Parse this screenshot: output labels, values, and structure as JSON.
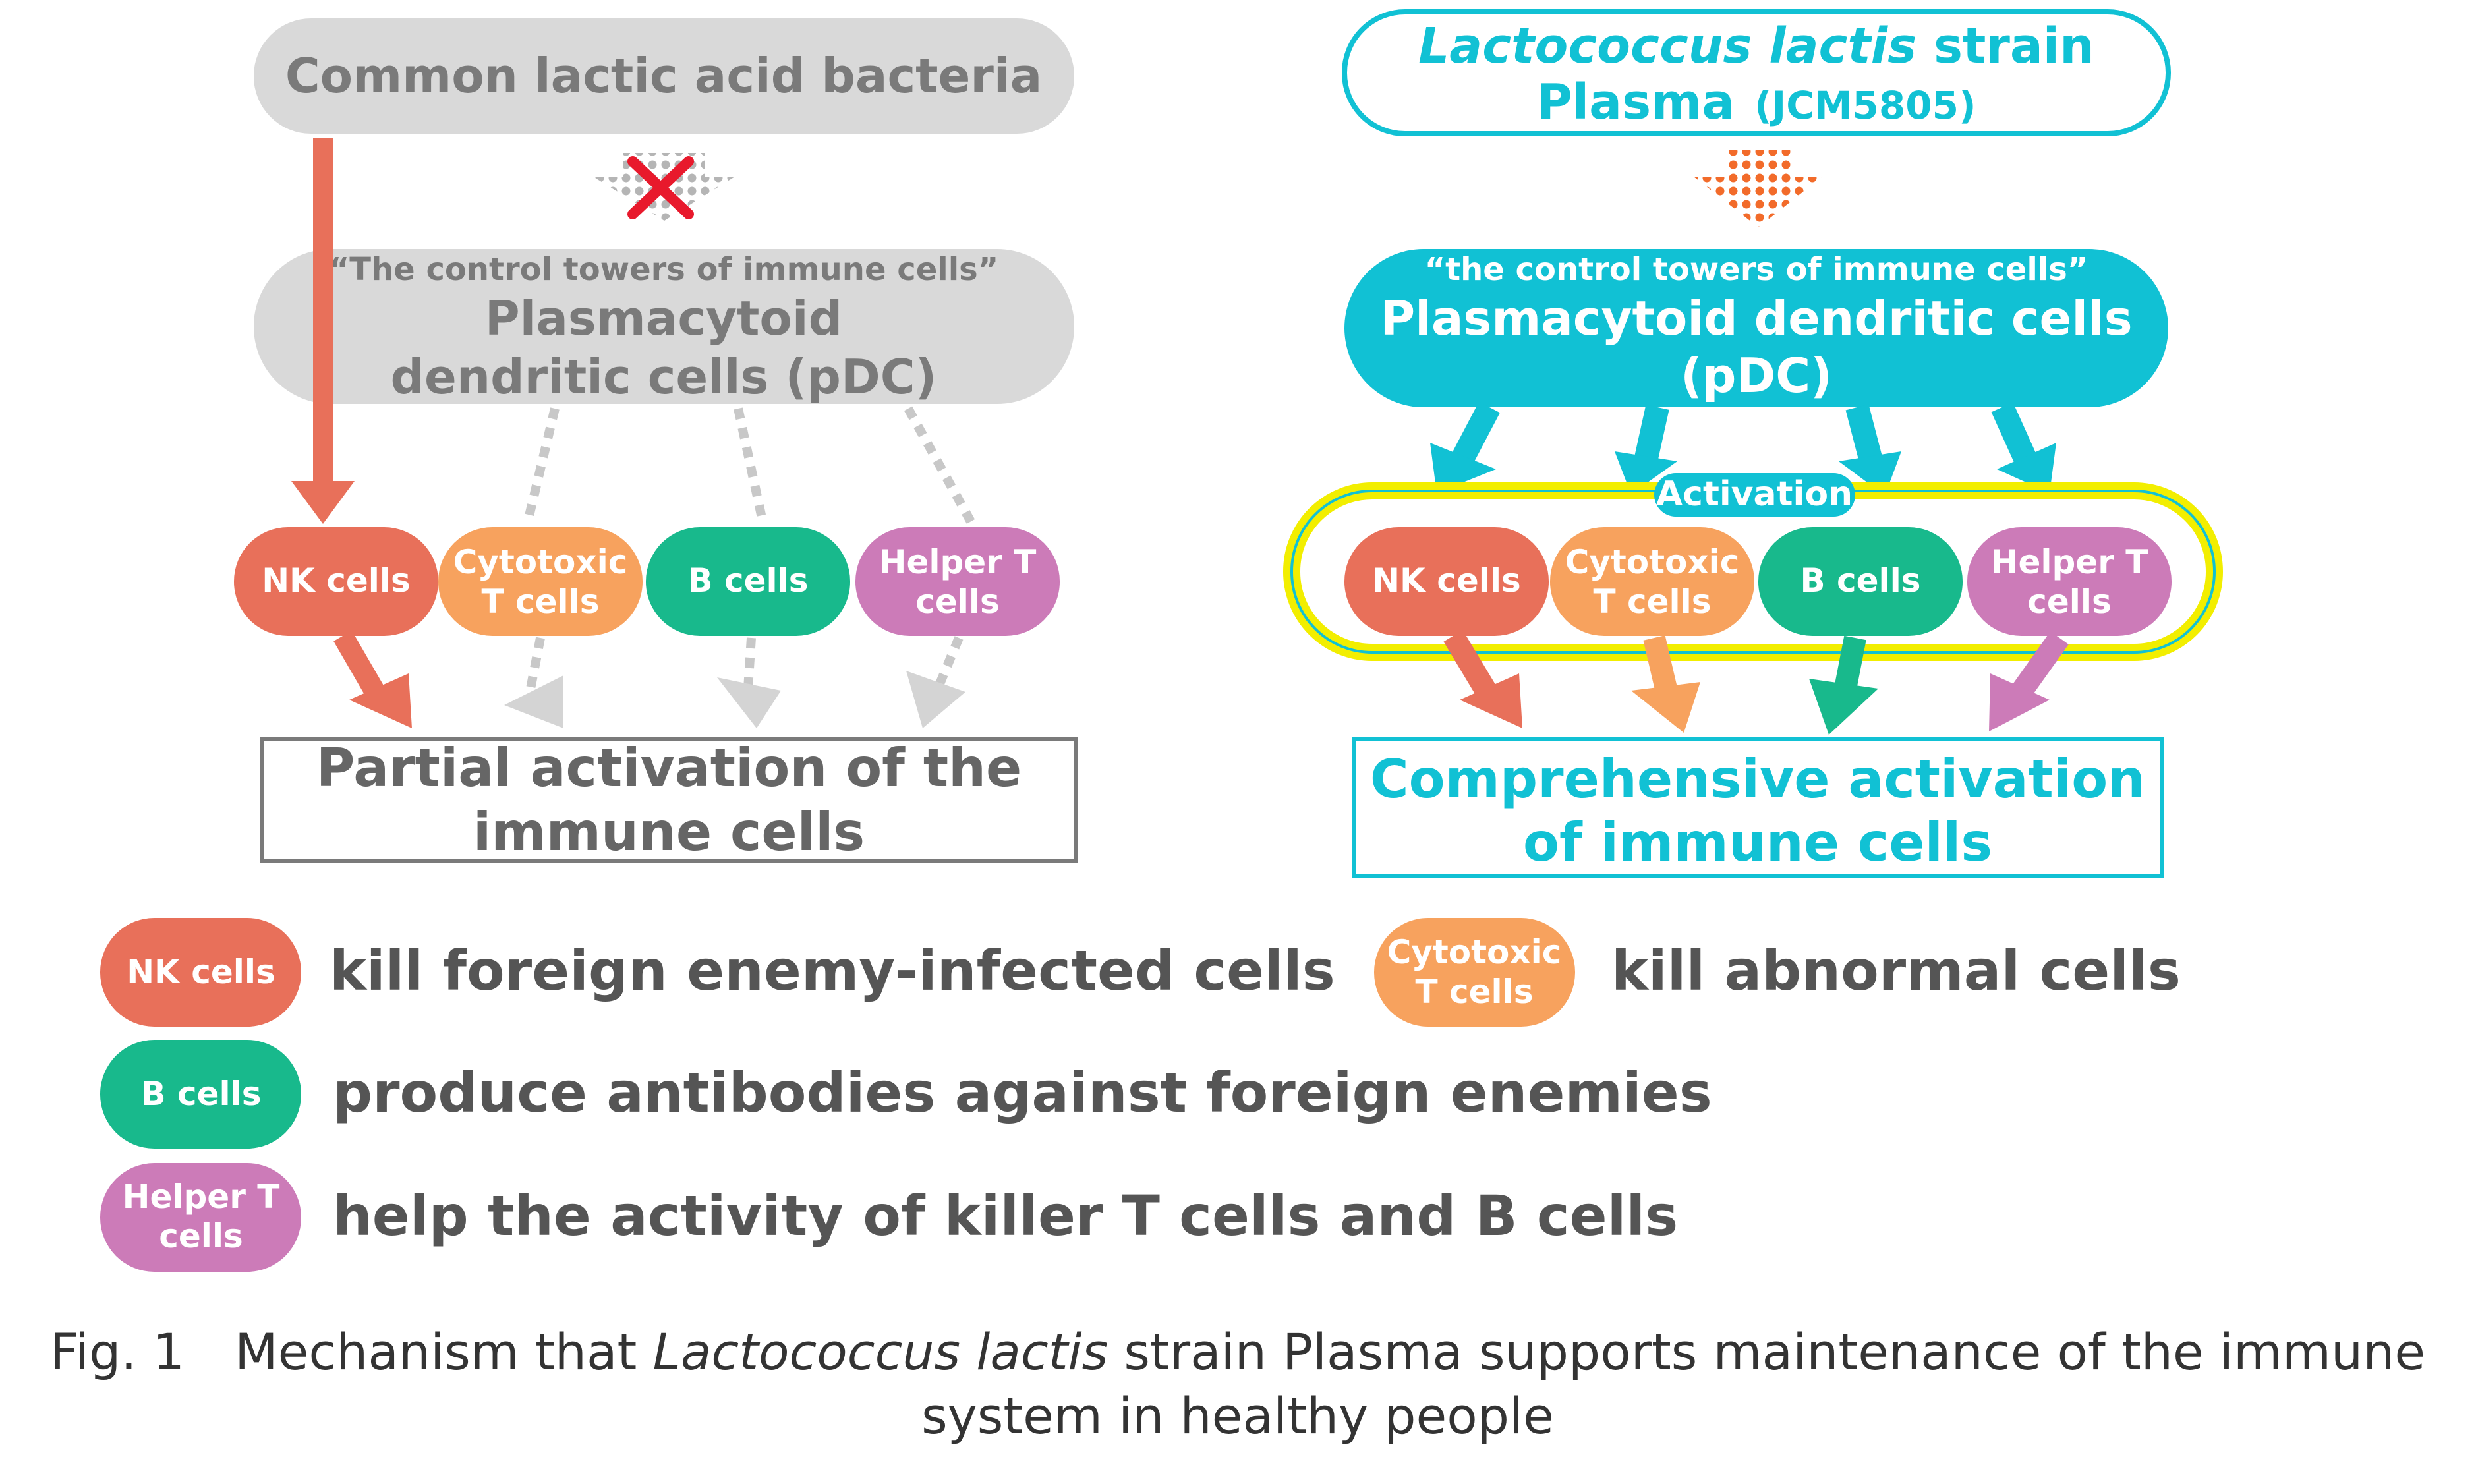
{
  "left": {
    "source": "Common lactic acid bacteria",
    "pdc_quote": "“The control towers of immune cells”",
    "pdc_line1": "Plasmacytoid",
    "pdc_line2": "dendritic cells (pDC)",
    "cells": [
      "NK cells",
      "Cytotoxic",
      "T cells",
      "B cells",
      "Helper T",
      "cells"
    ],
    "result_line1": "Partial activation of the",
    "result_line2": "immune cells"
  },
  "right": {
    "source_line1_italic": "Lactococcus lactis",
    "source_line1_rest": " strain",
    "source_line2": "Plasma",
    "source_line2_code": "(JCM5805)",
    "pdc_quote": "“the control towers of immune cells”",
    "pdc_line1": "Plasmacytoid dendritic cells",
    "pdc_line2": "(pDC)",
    "activation": "Activation",
    "cells": [
      "NK cells",
      "Cytotoxic",
      "T cells",
      "B cells",
      "Helper T",
      "cells"
    ],
    "result_line1": "Comprehensive activation",
    "result_line2": "of immune cells"
  },
  "legend": [
    {
      "cell": [
        "NK cells"
      ],
      "text": "kill foreign enemy-infected cells"
    },
    {
      "cell": [
        "Cytotoxic",
        "T cells"
      ],
      "text": "kill abnormal cells"
    },
    {
      "cell": [
        "B cells"
      ],
      "text": "produce antibodies against foreign enemies"
    },
    {
      "cell": [
        "Helper T",
        "cells"
      ],
      "text": "help the activity of killer T cells and B cells"
    }
  ],
  "caption": {
    "prefix": "Fig. 1　Mechanism that ",
    "italic": "Lactococcus lactis",
    "rest_line1": " strain Plasma supports maintenance of the immune",
    "line2": "system in healthy people"
  },
  "colors": {
    "nk": "#e8705a",
    "cytotoxic": "#f7a25e",
    "b": "#18b98c",
    "helper": "#cc7bb8",
    "teal": "#11c1d4",
    "grey_box": "#d9d9d9",
    "grey_text": "#7a7a7a",
    "dark_text": "#555555",
    "highlight": "#f2ee00"
  }
}
